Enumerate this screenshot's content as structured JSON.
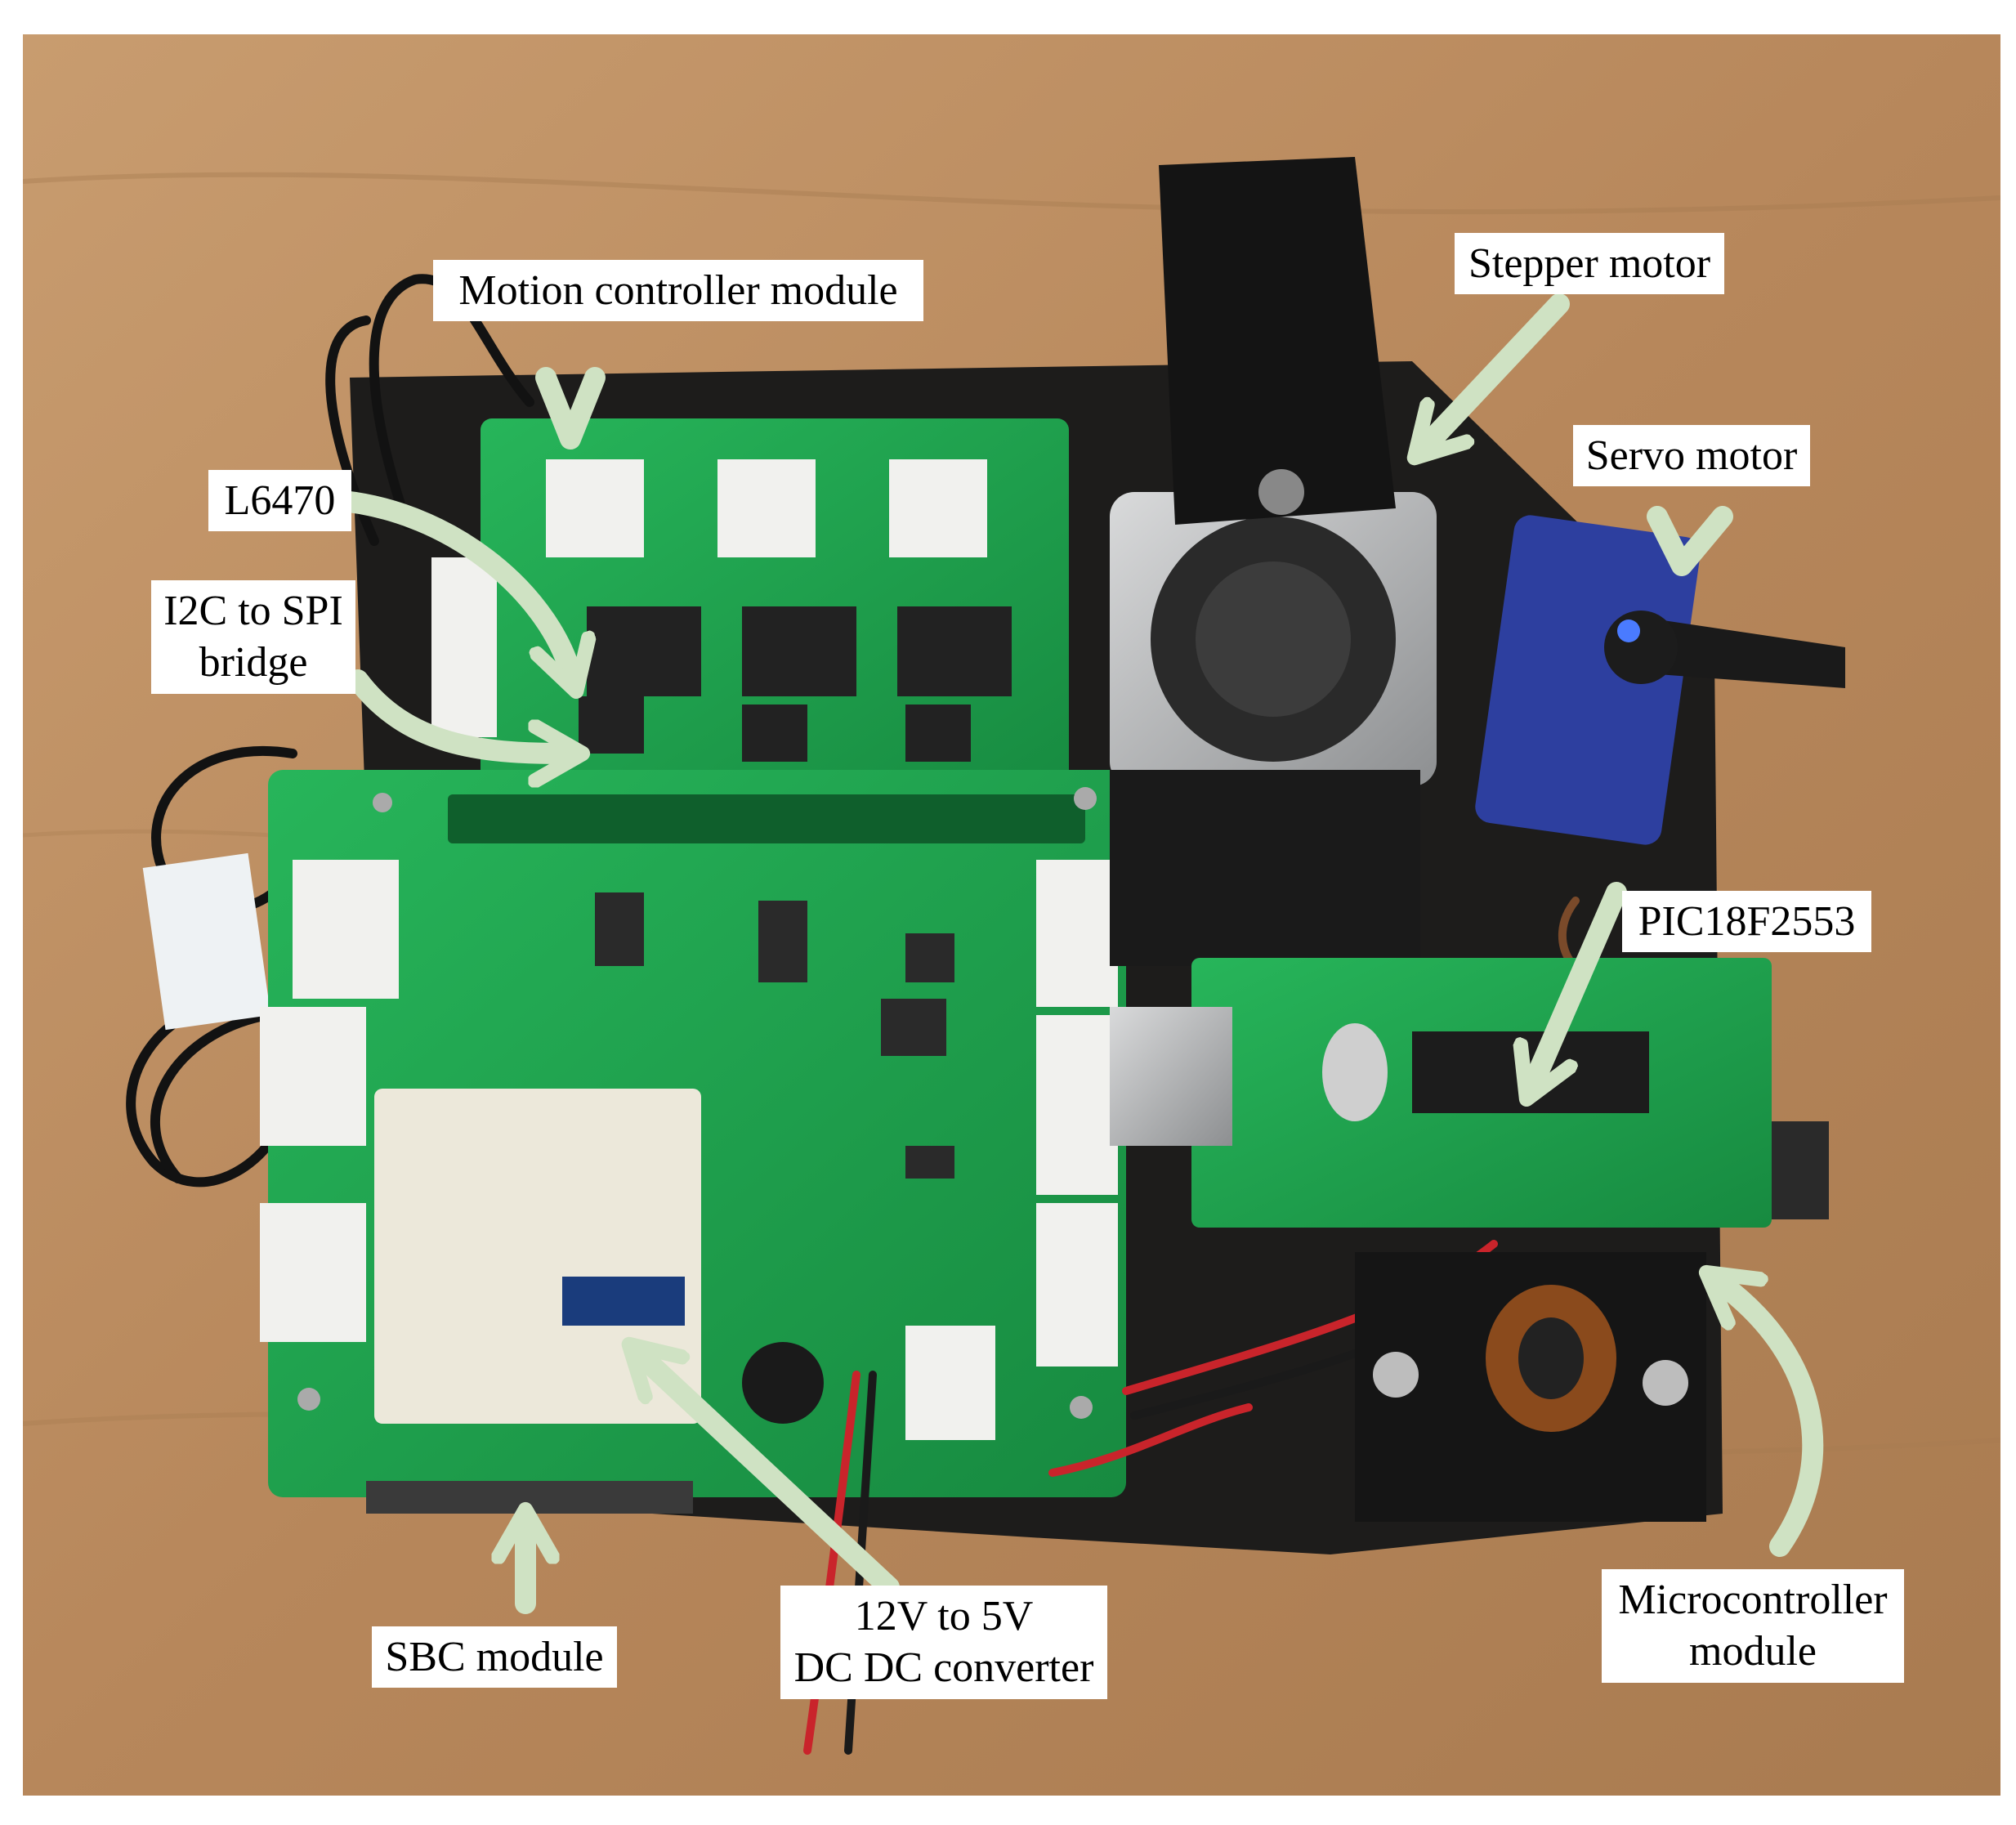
{
  "figure": {
    "labels": {
      "motion_controller": "Motion controller module",
      "stepper_motor": "Stepper motor",
      "servo_motor": "Servo motor",
      "l6470": "L6470",
      "i2c_spi_line1": "I2C to SPI",
      "i2c_spi_line2": "bridge",
      "pic": "PIC18F2553",
      "sbc": "SBC module",
      "dcdc_line1": "12V to 5V",
      "dcdc_line2": "DC DC converter",
      "micro_line1": "Microcontroller",
      "micro_line2": "module"
    },
    "colors": {
      "table_wood": "#b98a5e",
      "pcb_green": "#1fa34f",
      "base_black": "#1d1c1b",
      "arrow": "#cfe2c3",
      "label_bg": "#ffffff"
    }
  }
}
